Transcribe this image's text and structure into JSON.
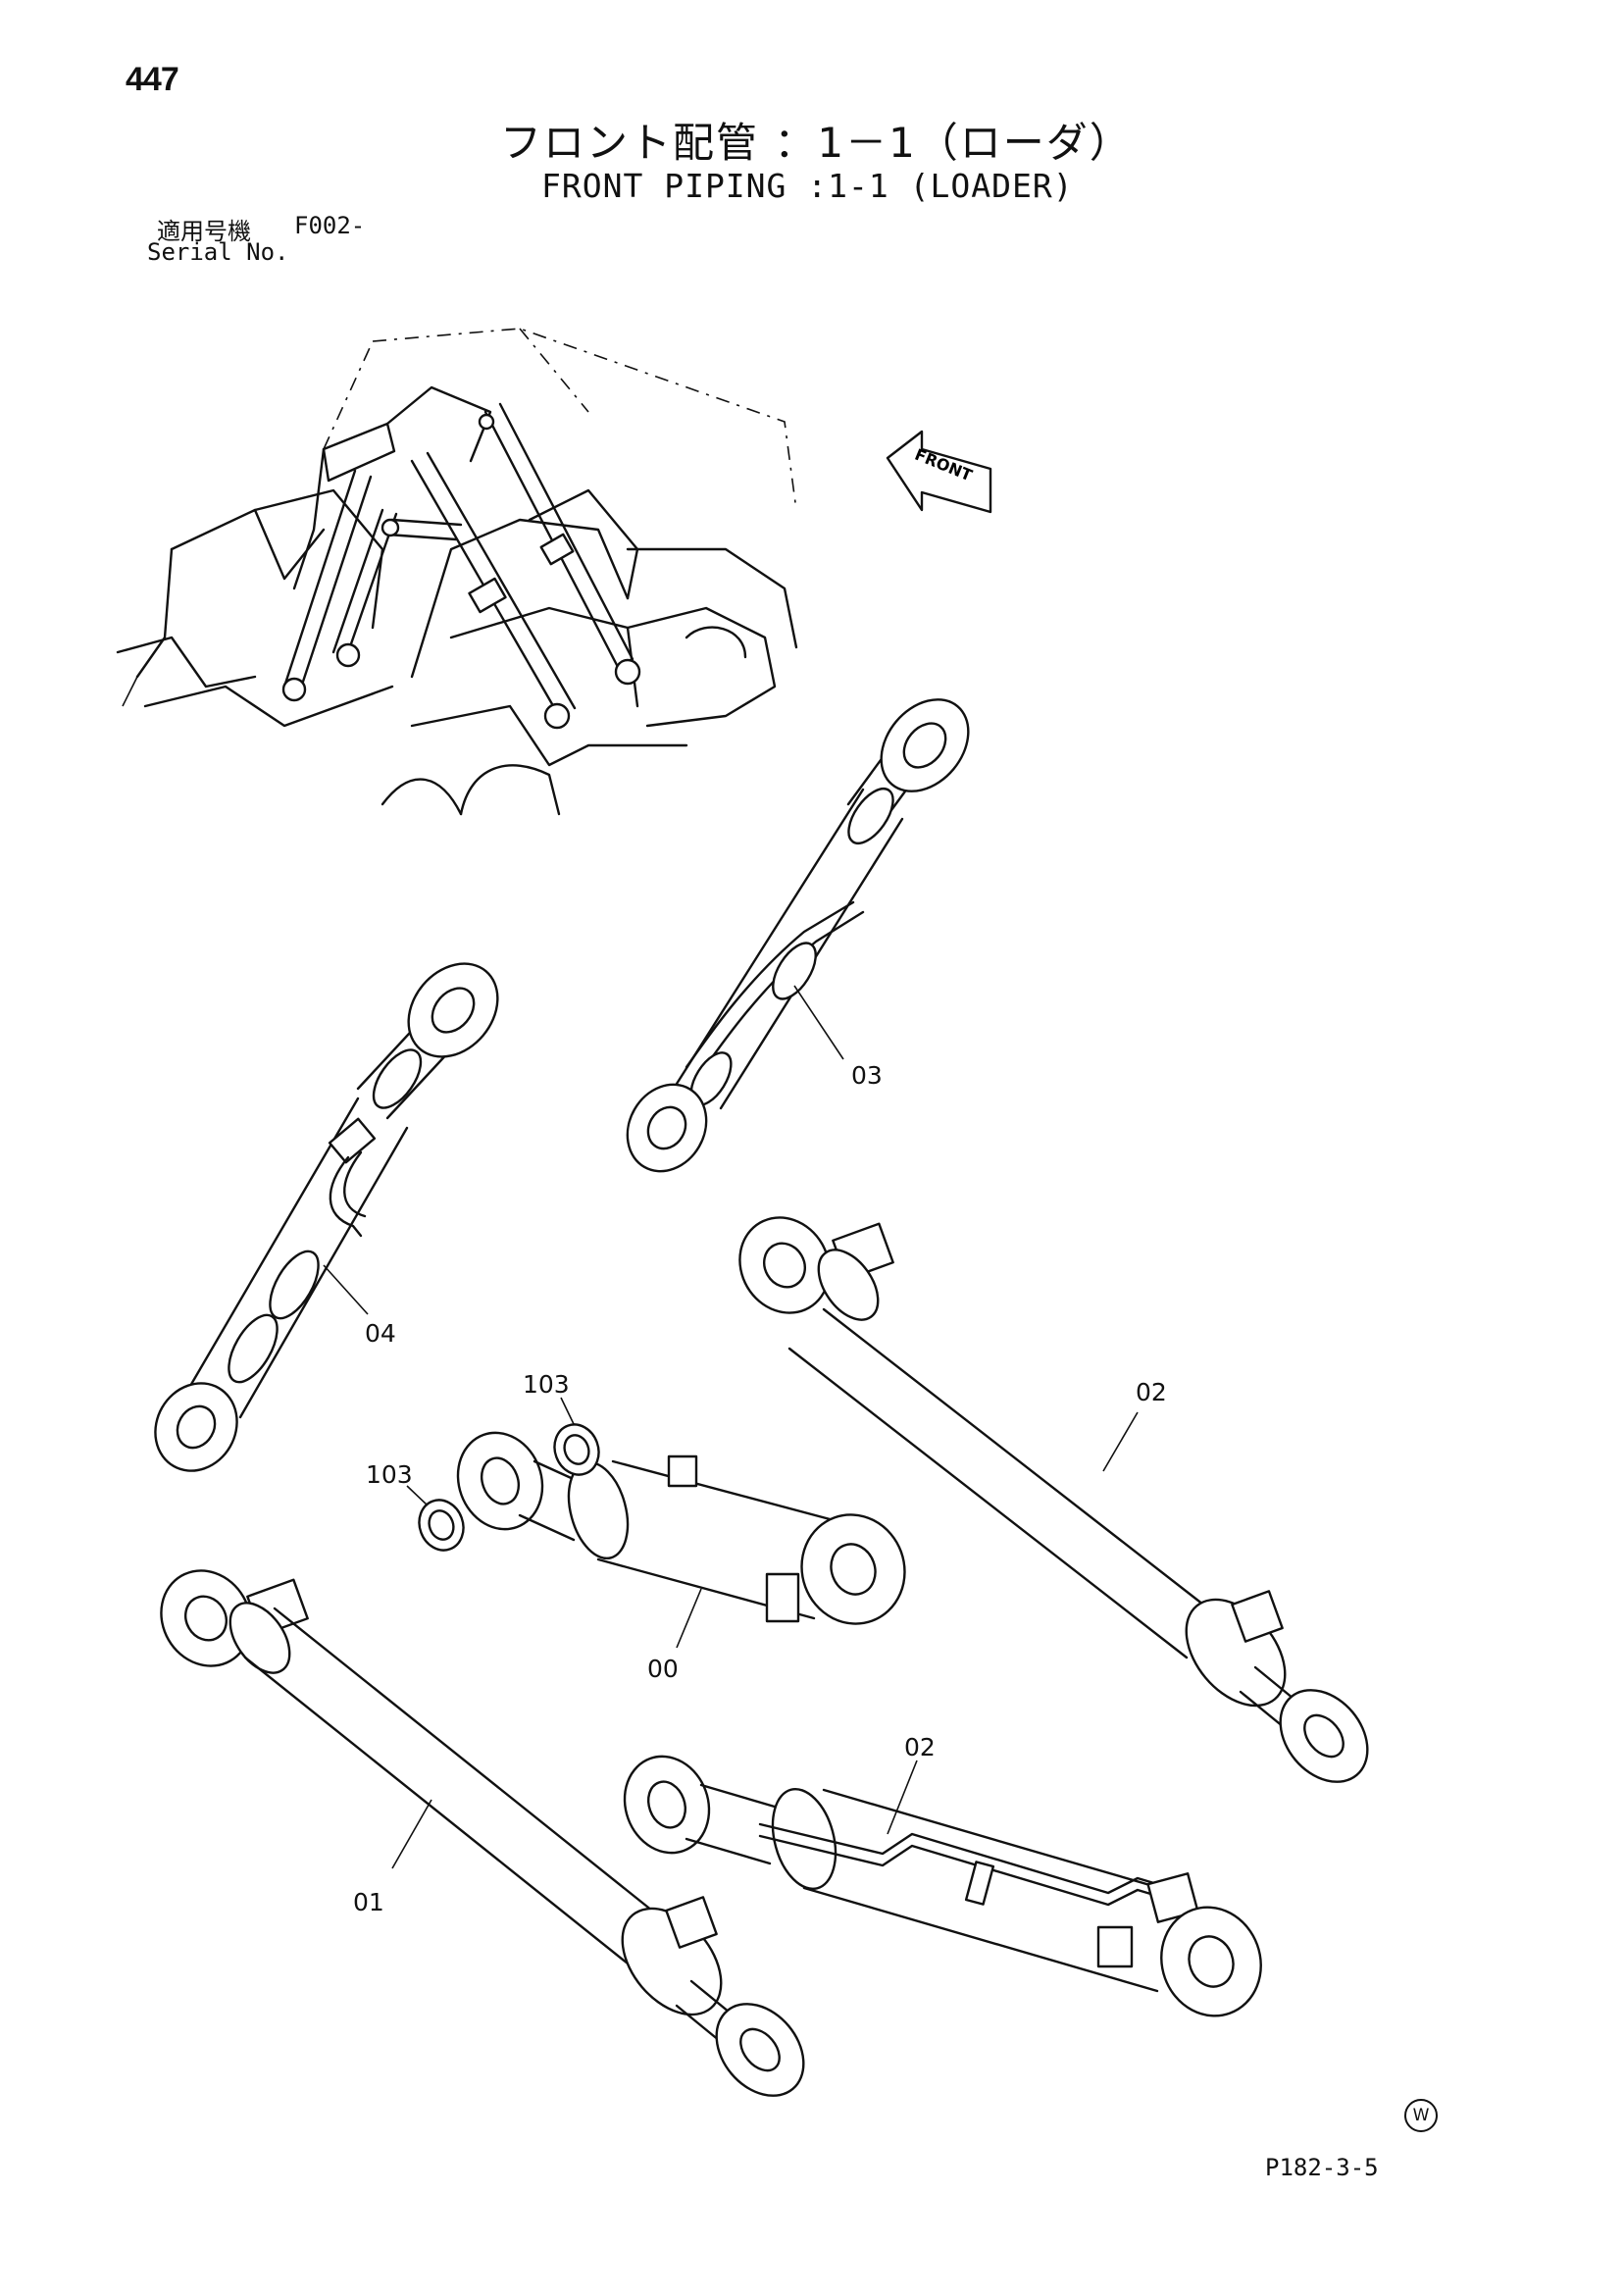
{
  "header": {
    "page_number": "447",
    "title_jp": "フロント配管 ：1－1（ローダ）",
    "title_en": "FRONT PIPING :1-1 (LOADER)"
  },
  "serial": {
    "label_jp": "適用号機",
    "value": "F002-",
    "label_en": "Serial No."
  },
  "diagram": {
    "front_arrow_label": "FRONT",
    "callouts": [
      "03",
      "04",
      "02",
      "103",
      "103",
      "00",
      "01",
      "02"
    ]
  },
  "footer": {
    "mark": "W",
    "page_ref": "P182-3-5"
  }
}
